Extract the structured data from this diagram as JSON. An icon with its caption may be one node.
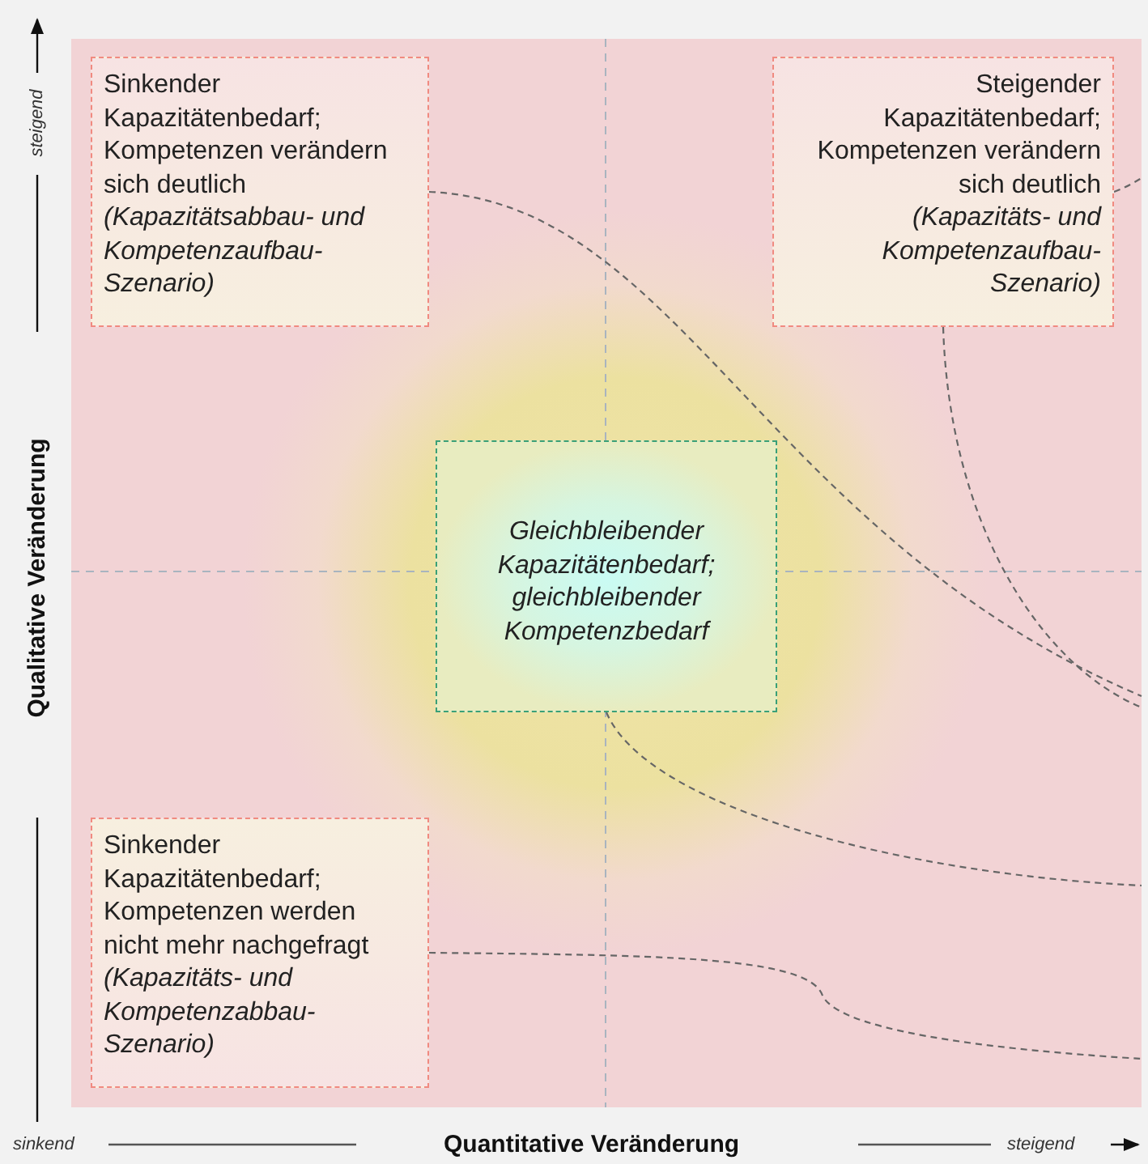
{
  "diagram": {
    "nodes": [
      {
        "text": [
          "Sinkender Kapazitätenbedarf; Kompetenzen verändern sich deutlich",
          "(Kapazitätsabbau- und Kompetenzaufbau-Szenario)"
        ]
      },
      {
        "text": [
          "Steigender Kapazitätenbedarf; Kompetenzen verändern sich deutlich",
          "(Kapazitäts- und Kompetenzaufbau-Szenario)"
        ]
      },
      {
        "text": [
          "Gleichbleibender Kapazitätenbedarf; gleichbleibender Kompetenzbedarf"
        ]
      },
      {
        "text": [
          "Sinkender Kapazitätenbedarf; Kompetenzen werden nicht mehr nachgefragt",
          "(Kapazitäts- und Kompetenzabbau-Szenario)"
        ]
      }
    ],
    "edges": [
      {
        "from": 0,
        "to": null,
        "arrow": "none",
        "style": "dashed"
      },
      {
        "from": 1,
        "to": null,
        "arrow": "none",
        "style": "dashed"
      },
      {
        "from": 1,
        "to": null,
        "arrow": "none",
        "style": "dashed"
      },
      {
        "from": 2,
        "to": null,
        "arrow": "none",
        "style": "dashed"
      },
      {
        "from": 3,
        "to": null,
        "arrow": "none",
        "style": "dashed"
      }
    ],
    "labels": [
      "steigend",
      "Qualitative Veränderung",
      "sinkend",
      "Quantitative Veränderung",
      "steigend"
    ]
  }
}
